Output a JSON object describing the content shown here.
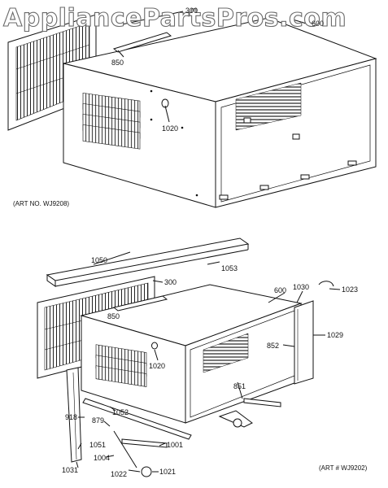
{
  "watermark": "AppliancePartsPros.com",
  "top_diagram": {
    "art_number": "(ART NO. WJ9208)",
    "labels": {
      "l300": "300",
      "l600": "600",
      "l850": "850",
      "l1020": "1020"
    }
  },
  "bottom_diagram": {
    "art_number": "(ART # WJ9202)",
    "labels": {
      "l1050": "1050",
      "l1053": "1053",
      "l300": "300",
      "l600": "600",
      "l1030": "1030",
      "l1023": "1023",
      "l850": "850",
      "l1029": "1029",
      "l852": "852",
      "l1020": "1020",
      "l851": "851",
      "l1052": "1052",
      "l918": "918",
      "l879": "879",
      "l1051": "1051",
      "l1001": "1001",
      "l1004": "1004",
      "l1031": "1031",
      "l1022": "1022",
      "l1021": "1021"
    }
  }
}
